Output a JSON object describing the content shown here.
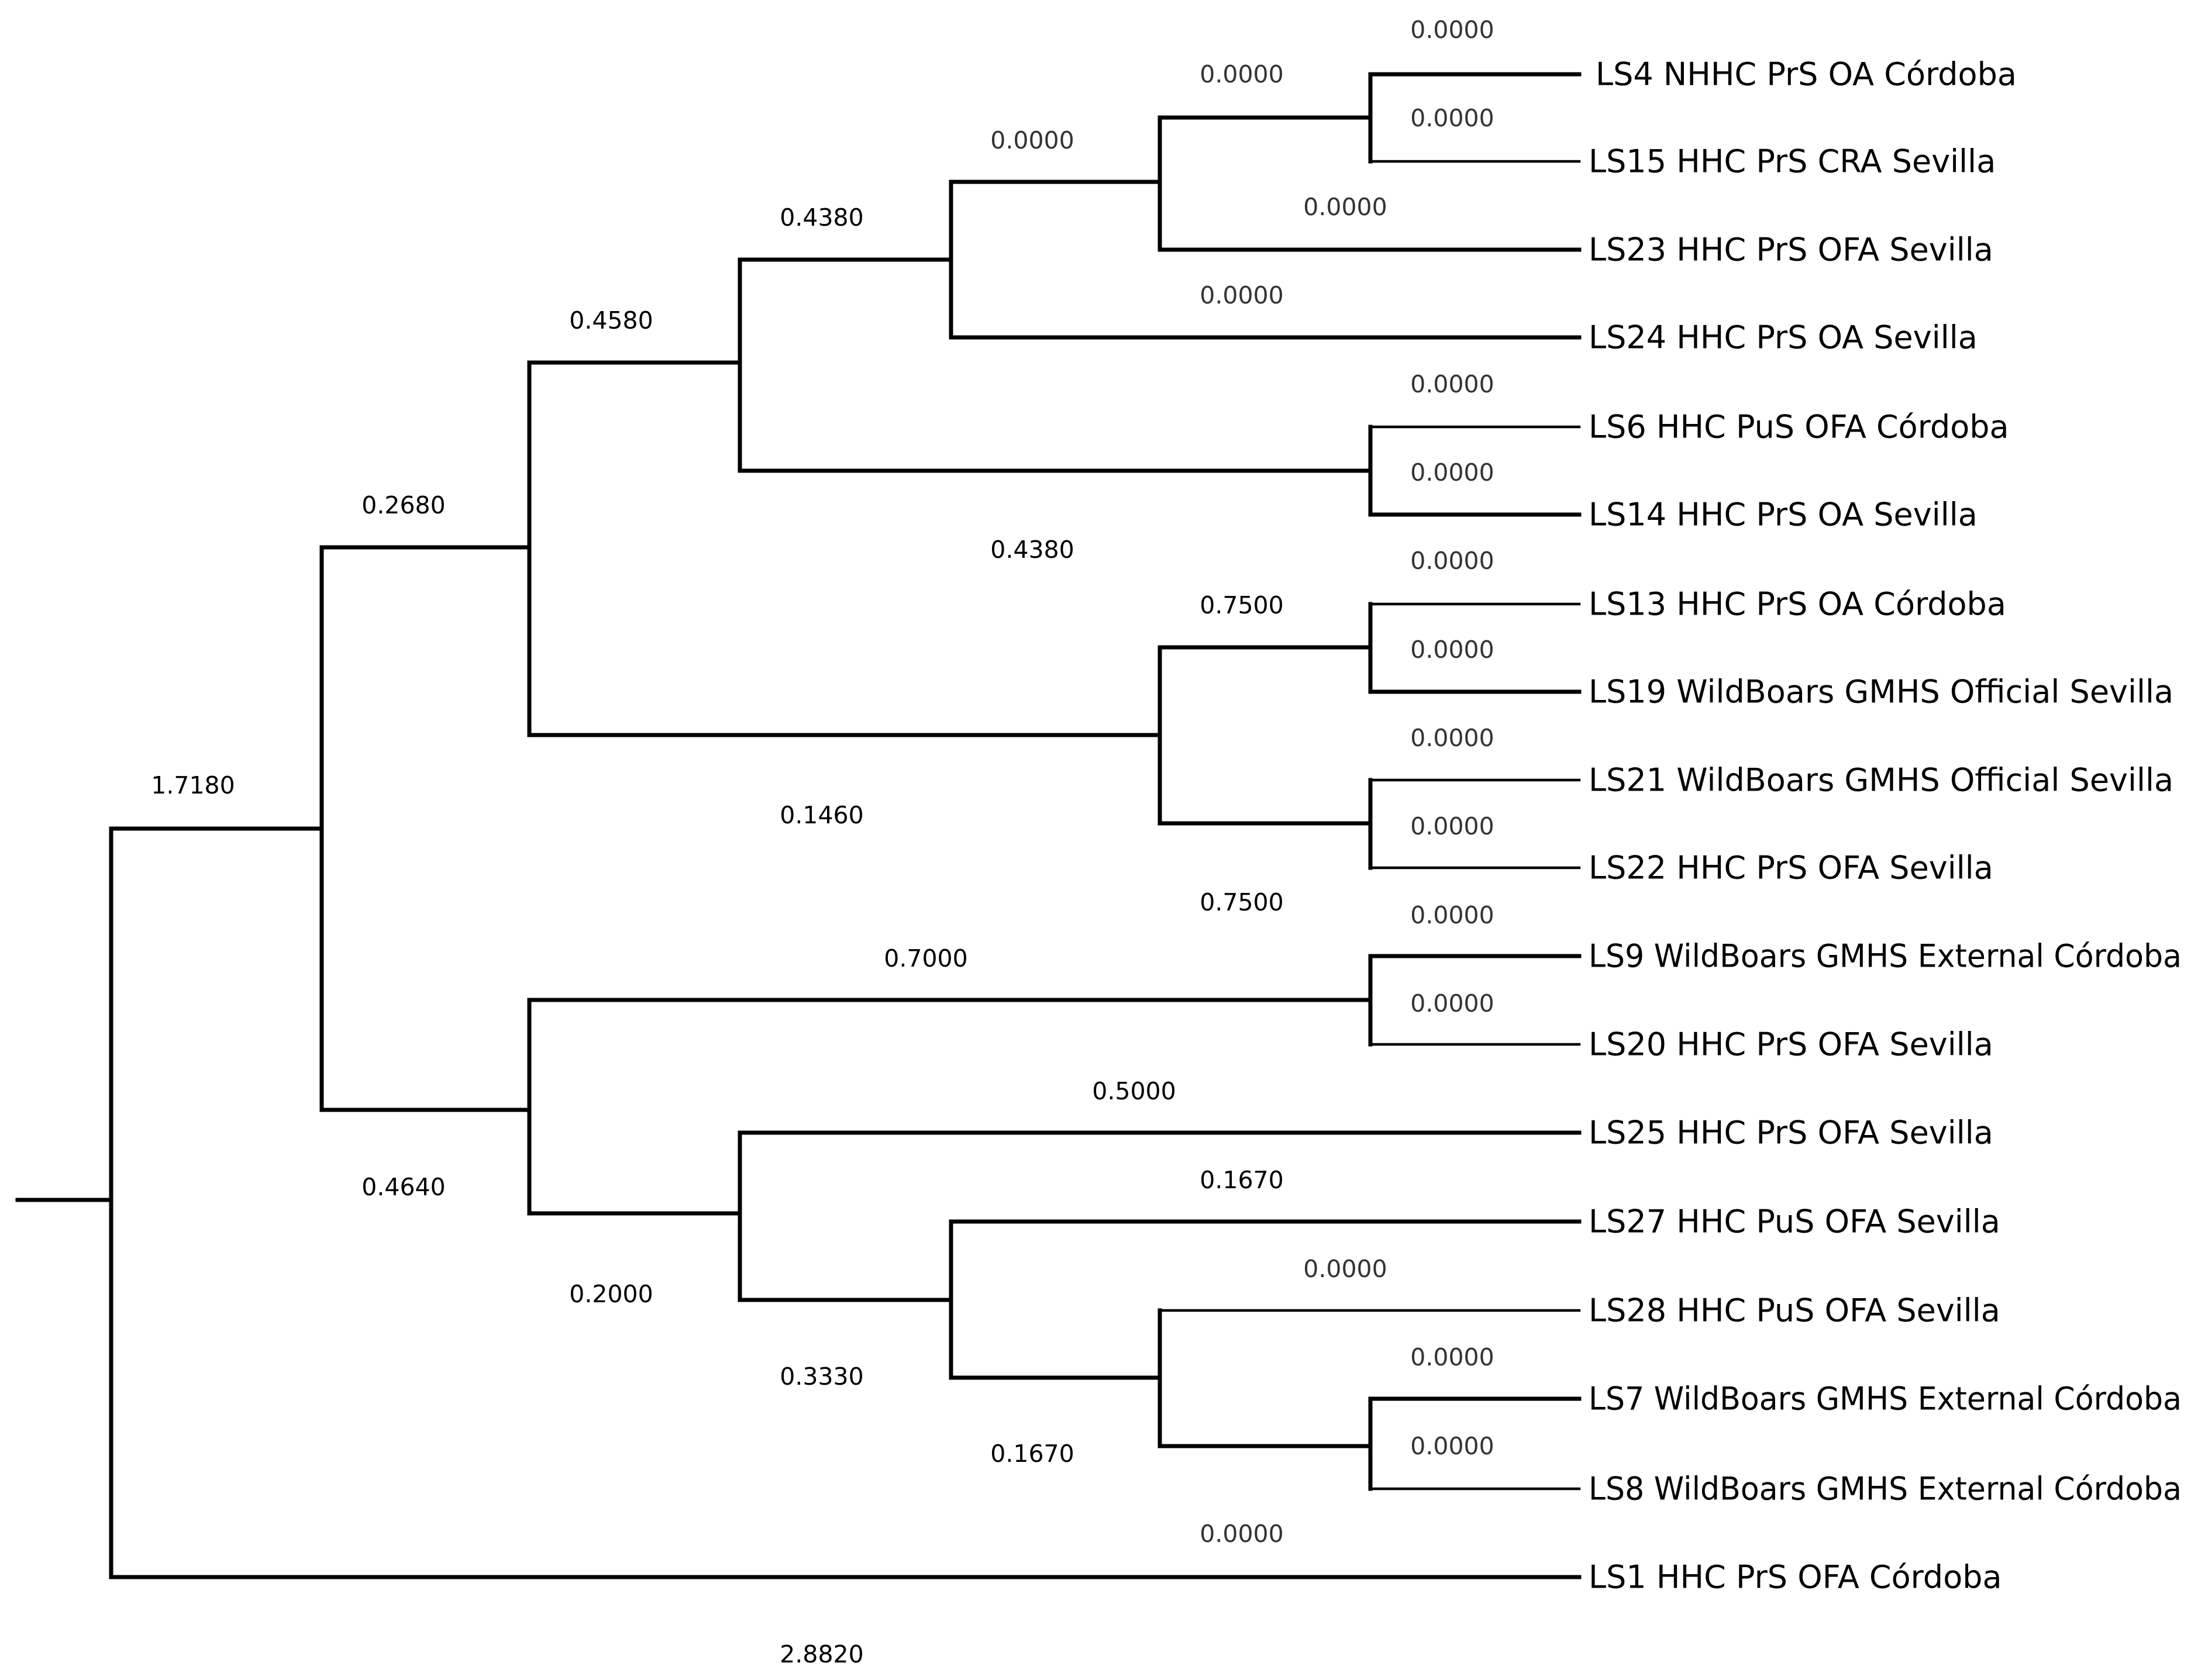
{
  "leaves": [
    {
      "id": "LS4",
      "label": "LS4 NHHC PrS OA Córdoba",
      "branch_length": "0.0000"
    },
    {
      "id": "LS15",
      "label": "LS15 HHC PrS CRA Sevilla",
      "branch_length": "0.0000"
    },
    {
      "id": "LS23",
      "label": "LS23 HHC PrS OFA Sevilla",
      "branch_length": "0.0000"
    },
    {
      "id": "LS24",
      "label": "LS24 HHC PrS OA Sevilla",
      "branch_length": "0.0000"
    },
    {
      "id": "LS6",
      "label": "LS6 HHC PuS OFA Córdoba",
      "branch_length": "0.0000"
    },
    {
      "id": "LS14",
      "label": "LS14 HHC PrS OA Sevilla",
      "branch_length": "0.0000"
    },
    {
      "id": "LS13",
      "label": "LS13 HHC PrS OA Córdoba",
      "branch_length": "0.0000"
    },
    {
      "id": "LS19",
      "label": "LS19 WildBoars GMHS Official Sevilla",
      "branch_length": "0.0000"
    },
    {
      "id": "LS21",
      "label": "LS21 WildBoars GMHS Official Sevilla",
      "branch_length": "0.0000"
    },
    {
      "id": "LS22",
      "label": "LS22 HHC PrS OFA Sevilla",
      "branch_length": "0.0000"
    },
    {
      "id": "LS9",
      "label": "LS9 WildBoars GMHS External Córdoba",
      "branch_length": "0.0000"
    },
    {
      "id": "LS20",
      "label": "LS20 HHC PrS OFA Sevilla",
      "branch_length": "0.0000"
    },
    {
      "id": "LS25",
      "label": "LS25 HHC PrS OFA Sevilla",
      "branch_length": "0.5000"
    },
    {
      "id": "LS27",
      "label": "LS27 HHC PuS OFA Sevilla",
      "branch_length": "0.1670"
    },
    {
      "id": "LS28",
      "label": "LS28 HHC PuS OFA Sevilla",
      "branch_length": "0.0000"
    },
    {
      "id": "LS7",
      "label": "LS7 WildBoars GMHS External Córdoba",
      "branch_length": "0.0000"
    },
    {
      "id": "LS8",
      "label": "LS8 WildBoars GMHS External Córdoba",
      "branch_length": "0.0000"
    },
    {
      "id": "LS1",
      "label": "LS1 HHC PrS OFA Córdoba",
      "branch_length": "0.0000"
    }
  ],
  "internal_branches": {
    "LS4_LS15": "0.0000",
    "LS4_LS15_LS23": "0.0000",
    "LS4_LS24": "0.4380",
    "LS6_LS14": "0.4380",
    "LS4_LS14": "0.4580",
    "LS13_LS19": "0.7500",
    "LS21_LS22": "0.7500",
    "LS13_LS22": "0.1460",
    "LS4_LS22": "0.2680",
    "LS9_LS20": "0.7000",
    "LS7_LS8": "0.1670",
    "LS28_LS8": "0.3330",
    "LS27_LS8": "0.2000",
    "LS25_LS8": "0.4640",
    "LS9_LS8": "1.7180",
    "LS4_LS8": "2.8820"
  }
}
